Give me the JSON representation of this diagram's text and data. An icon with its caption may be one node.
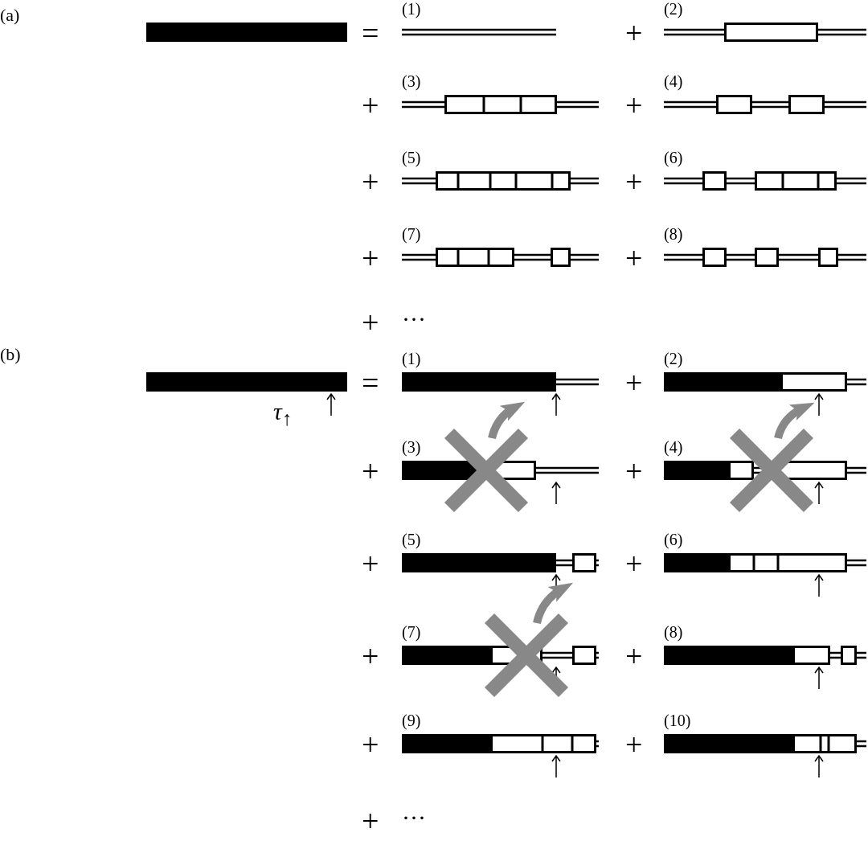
{
  "diagram": {
    "nodes": [
      {
        "text": [],
        "shape": "bar"
      },
      {
        "text": [
          "(1)"
        ]
      },
      {
        "text": [
          "(2)"
        ]
      },
      {
        "text": [
          "(3)"
        ]
      },
      {
        "text": [
          "(4)"
        ]
      },
      {
        "text": [
          "(5)"
        ]
      },
      {
        "text": [
          "(6)"
        ]
      },
      {
        "text": [
          "(7)"
        ]
      },
      {
        "text": [
          "(8)"
        ]
      },
      {
        "text": [],
        "shape": "bar",
        "beside": [
          "τ$_{↑}$"
        ]
      },
      {
        "text": [
          "(1)"
        ]
      },
      {
        "text": [
          "(2)"
        ]
      },
      {
        "text": [
          "(3)"
        ]
      },
      {
        "text": [
          "(4)"
        ]
      },
      {
        "text": [
          "(5)"
        ]
      },
      {
        "text": [
          "(6)"
        ]
      },
      {
        "text": [
          "(7)"
        ]
      },
      {
        "text": [
          "(8)"
        ]
      },
      {
        "text": [
          "(9)"
        ]
      },
      {
        "text": [
          "(10)"
        ]
      }
    ],
    "edges": [
      {
        "from": 12,
        "to": 10,
        "arrow": "to",
        "color": "#888888"
      },
      {
        "from": 13,
        "to": 11,
        "arrow": "to",
        "color": "#888888"
      },
      {
        "from": 16,
        "to": 14,
        "arrow": "to",
        "color": "#888888"
      }
    ],
    "labels": [
      "(a)",
      "=",
      "+",
      "+",
      "+",
      "+",
      "+",
      "+",
      "+",
      "+",
      "···",
      "(b)",
      "=",
      "+",
      "+",
      "+",
      "+",
      "+",
      "+",
      "+",
      "+",
      "+",
      "+",
      "···"
    ]
  }
}
